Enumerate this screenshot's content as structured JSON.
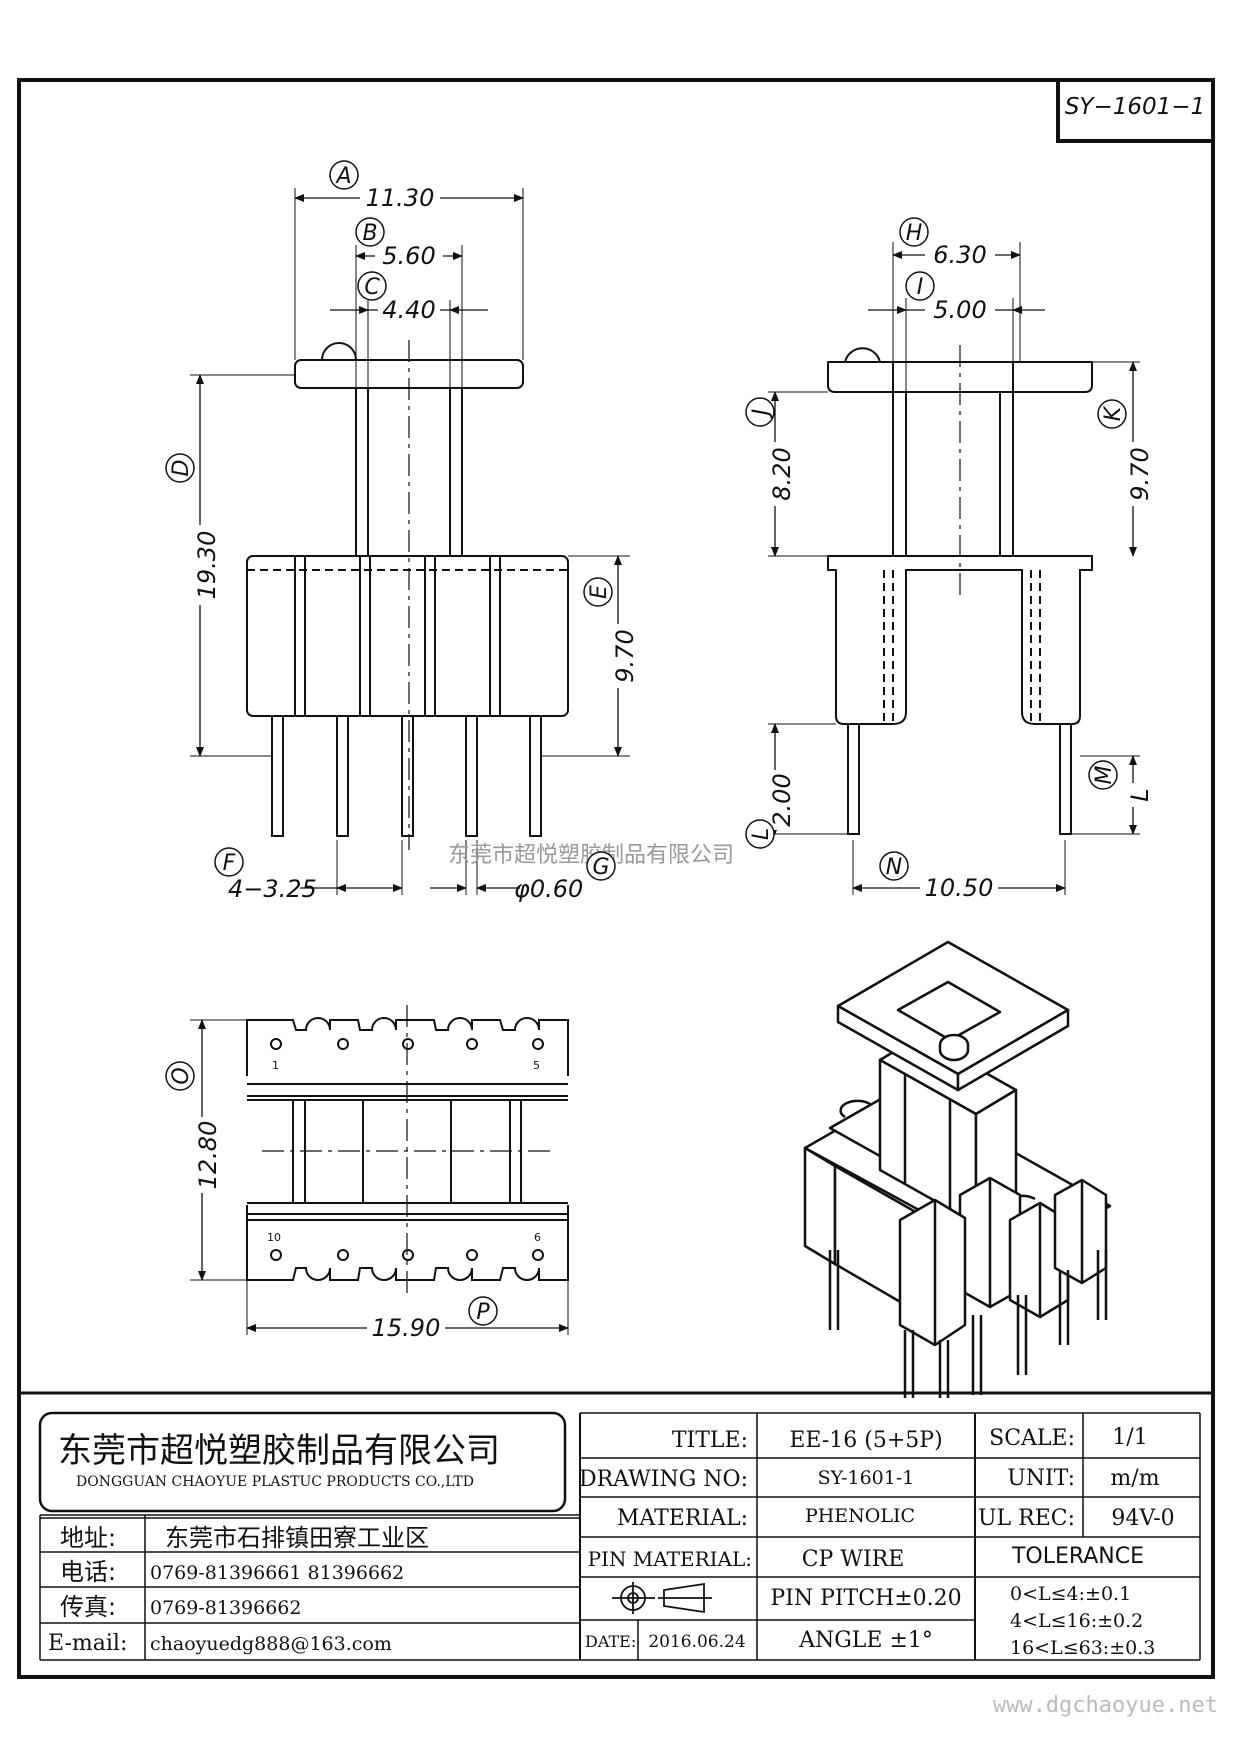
{
  "drawing": {
    "code": "SY−1601−1",
    "watermark": "东莞市超悦塑胶制品有限公司",
    "website": "www.dgchaoyue.net"
  },
  "labels": {
    "A": "A",
    "B": "B",
    "C": "C",
    "D": "D",
    "E": "E",
    "F": "F",
    "G": "G",
    "H": "H",
    "I": "I",
    "J": "J",
    "K": "K",
    "L": "L",
    "M": "M",
    "N": "N",
    "O": "O",
    "P": "P"
  },
  "dimensions": {
    "A": "11.30",
    "B": "5.60",
    "C": "4.40",
    "D": "19.30",
    "E": "9.70",
    "F": "4−3.25",
    "G": "φ0.60",
    "H": "6.30",
    "I": "5.00",
    "J": "8.20",
    "K": "9.70",
    "L_left": "2.00",
    "L_right": "L",
    "N": "10.50",
    "O": "12.80",
    "P": "15.90"
  },
  "pins": {
    "p1": "1",
    "p5": "5",
    "p10": "10",
    "p6": "6"
  },
  "company": {
    "name_cn": "东莞市超悦塑胶制品有限公司",
    "name_en": "DONGGUAN  CHAOYUE  PLASTUC  PRODUCTS  CO.,LTD",
    "address_label": "地址:",
    "address": "东莞市石排镇田寮工业区",
    "phone_label": "电话:",
    "phone": "0769-81396661   81396662",
    "fax_label": "传真:",
    "fax": "0769-81396662",
    "email_label": "E-mail:",
    "email": "chaoyuedg888@163.com"
  },
  "titleblock": {
    "title_label": "TITLE:",
    "title": "EE-16 (5+5P)",
    "drawing_no_label": "DRAWING NO:",
    "drawing_no": "SY-1601-1",
    "material_label": "MATERIAL:",
    "material": "PHENOLIC",
    "pin_material_label": "PIN MATERIAL:",
    "pin_material": "CP WIRE",
    "pin_pitch": "PIN PITCH±0.20",
    "angle": "ANGLE  ±1°",
    "date_label": "DATE:",
    "date": "2016.06.24",
    "scale_label": "SCALE:",
    "scale": "1/1",
    "unit_label": "UNIT:",
    "unit": "m/m",
    "ul_label": "UL REC:",
    "ul": "94V-0",
    "tolerance_label": "TOLERANCE",
    "tol1": "0<L≤4:±0.1",
    "tol2": "4<L≤16:±0.2",
    "tol3": "16<L≤63:±0.3"
  }
}
